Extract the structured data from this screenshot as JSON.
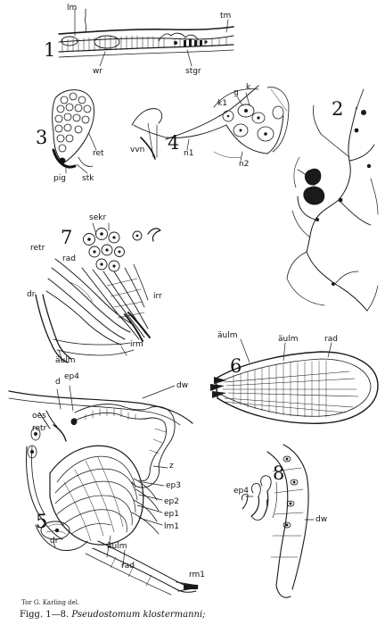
{
  "figures": {
    "f1": {
      "number": "1",
      "labels": {
        "lm": "lm",
        "tm": "tm",
        "wr": "wr",
        "stgr": "stgr"
      }
    },
    "f2": {
      "number": "2"
    },
    "f3": {
      "number": "3",
      "labels": {
        "ret": "ret",
        "pig": "pig",
        "stk": "stk"
      }
    },
    "f4": {
      "number": "4",
      "labels": {
        "vvn": "vvn",
        "n1": "n1",
        "n2": "n2",
        "g": "g",
        "k": "k",
        "k1": "k1"
      }
    },
    "f5": {
      "number": "5",
      "labels": {
        "d": "d",
        "ep4": "ep4",
        "dw": "dw",
        "oes": "oes",
        "retr": "retr",
        "z": "z",
        "ep3": "ep3",
        "ep2": "ep2",
        "ep1": "ep1",
        "lm1": "lm1",
        "dr": "dr",
        "aulm": "äulm",
        "rad": "rad",
        "rm1": "rm1"
      }
    },
    "f6": {
      "number": "6",
      "labels": {
        "aulm": "äulm",
        "aulm_top": "äulm",
        "rad": "rad"
      }
    },
    "f7": {
      "number": "7",
      "labels": {
        "sekr": "sekr",
        "retr": "retr",
        "rad": "rad",
        "dr": "dr",
        "irr": "irr",
        "irm": "irm",
        "aulm": "äulm"
      }
    },
    "f8": {
      "number": "8",
      "labels": {
        "ep4": "ep4",
        "dw": "dw"
      }
    }
  },
  "credit": "Tor G. Karling del.",
  "caption": {
    "prefix": "Figg. 1—8.",
    "species": "Pseudostomum klostermanni;"
  }
}
